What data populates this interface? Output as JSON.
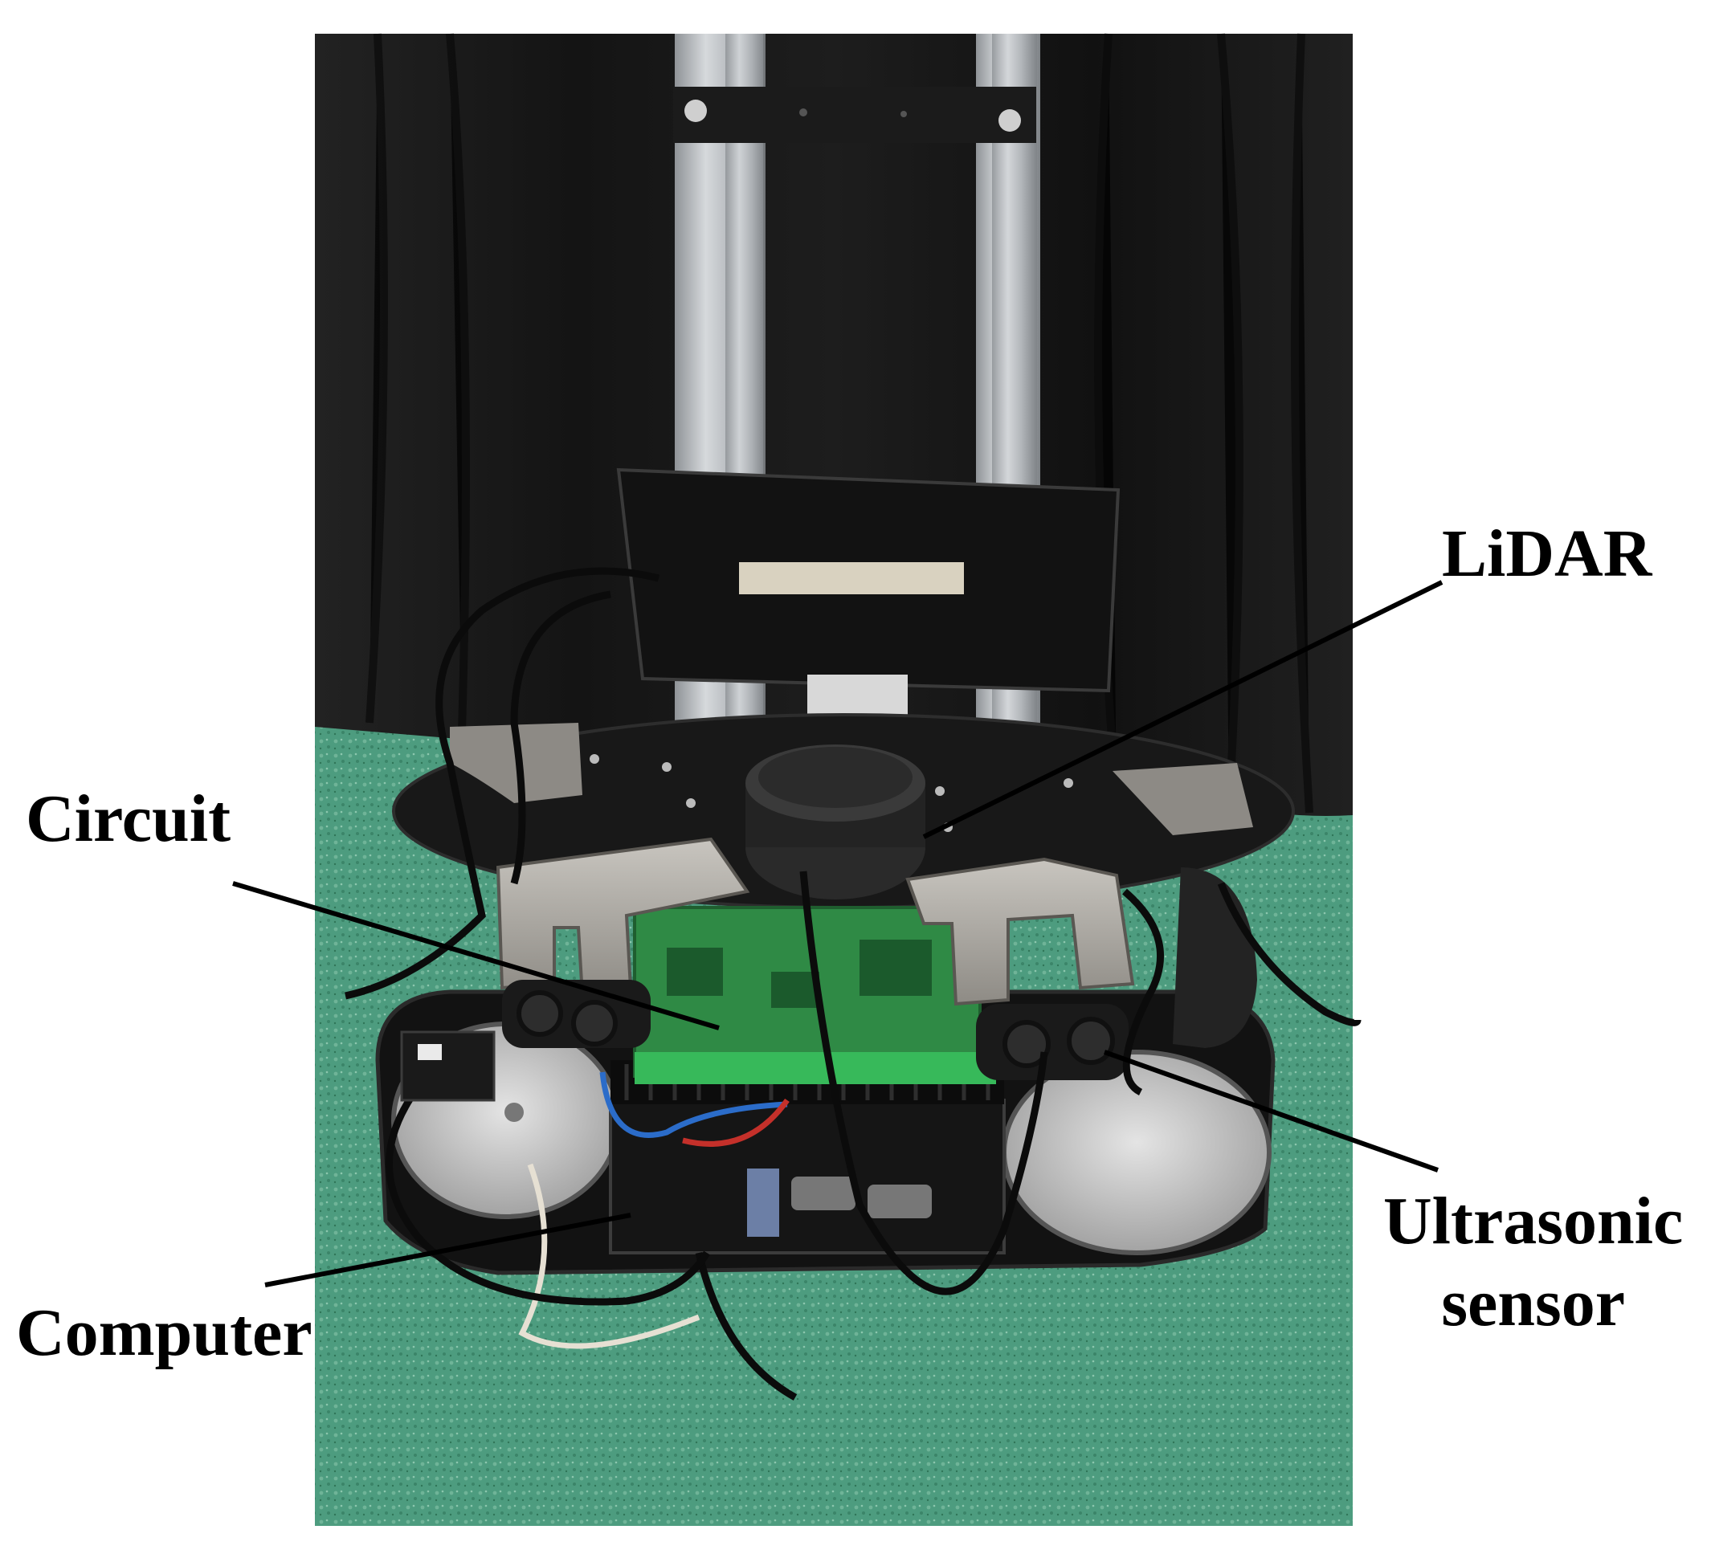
{
  "figure": {
    "labels": {
      "lidar": "LiDAR",
      "circuit": "Circuit",
      "computer": "Computer",
      "ultrasonic_line1": "Ultrasonic",
      "ultrasonic_line2": "sensor"
    },
    "colors": {
      "background": "#ffffff",
      "curtain": "#181818",
      "floor": "#4a9a7c",
      "aluminium": "#b8bcc0",
      "chassis": "#1a1a1a",
      "bracket": "#a9a6a0",
      "pcb": "#2f8a45",
      "wheel": "#c9c9c9",
      "leader_line": "#000000"
    }
  }
}
